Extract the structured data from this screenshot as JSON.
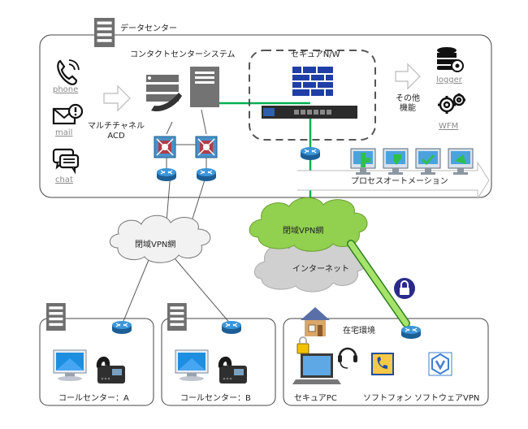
{
  "datacenter": {
    "title": "データセンター",
    "channels": [
      {
        "icon": "phone-icon",
        "label": "phone"
      },
      {
        "icon": "mail-icon",
        "label": "mail"
      },
      {
        "icon": "chat-icon",
        "label": "chat"
      }
    ],
    "routing_label": "マルチチャネル\nACD",
    "contact_center_system": "コンタクトセンターシステム",
    "secure_nw": "セキュアN/W",
    "other_functions": "その他\n機能",
    "tools": [
      {
        "icon": "database-settings-icon",
        "label": "logger"
      },
      {
        "icon": "gears-icon",
        "label": "WFM"
      }
    ],
    "process_automation": "プロセスオートメーション"
  },
  "networks": {
    "closed_vpn_left": "閉域VPN網",
    "closed_vpn_right": "閉域VPN網",
    "internet": "インターネット"
  },
  "sites": {
    "callcenter_a": "コールセンター：A",
    "callcenter_b": "コールセンター：B",
    "home": {
      "title": "在宅環境",
      "items": [
        {
          "icon": "secure-laptop-icon",
          "label": "セキュアPC"
        },
        {
          "icon": "softphone-icon",
          "label": "ソフトフォン"
        },
        {
          "icon": "vpn-client-icon",
          "label": "ソフトウェアVPN"
        }
      ]
    }
  },
  "colors": {
    "vpn_green": "#00b050",
    "internet_gray": "#d0d0d0",
    "router_blue": "#2a7fc1",
    "firewall_blue": "#1f3ea6"
  }
}
